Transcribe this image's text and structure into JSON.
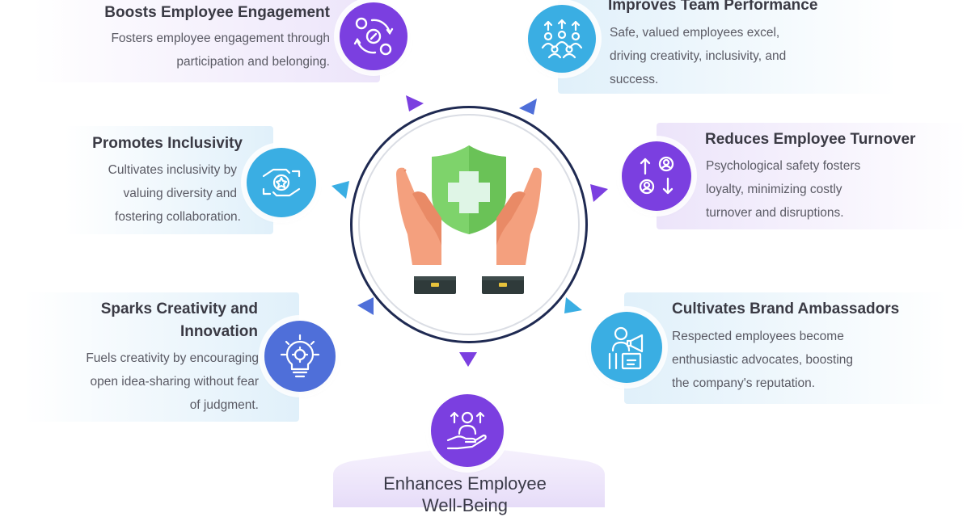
{
  "items": [
    {
      "title": "Boosts Employee Engagement",
      "lines": [
        "Fosters employee engagement through",
        "participation and belonging."
      ],
      "icon": "engagement-cycle-icon"
    },
    {
      "title": "Improves Team Performance",
      "lines": [
        "Safe, valued employees excel,",
        "driving creativity, inclusivity, and",
        "success."
      ],
      "icon": "team-growth-icon"
    },
    {
      "title": "Promotes Inclusivity",
      "lines": [
        "Cultivates inclusivity by",
        "valuing diversity and",
        "fostering collaboration."
      ],
      "icon": "handshake-diversity-icon"
    },
    {
      "title": "Reduces Employee Turnover",
      "lines": [
        "Psychological safety fosters",
        "loyalty, minimizing costly",
        "turnover and disruptions."
      ],
      "icon": "employee-exchange-icon"
    },
    {
      "title_lines": [
        "Sparks Creativity and",
        "Innovation"
      ],
      "lines": [
        "Fuels creativity by encouraging",
        "open idea-sharing without fear",
        "of judgment."
      ],
      "icon": "lightbulb-idea-icon"
    },
    {
      "title": "Cultivates Brand Ambassadors",
      "lines": [
        "Respected employees become",
        "enthusiastic advocates, boosting",
        "the company's reputation."
      ],
      "icon": "ambassador-megaphone-icon"
    },
    {
      "title_lines": [
        "Enhances Employee",
        "Well-Being"
      ],
      "icon": "wellbeing-care-icon"
    }
  ],
  "center_icon": "hands-shield-cross-icon",
  "colors": {
    "purple": "#7b3fe0",
    "blue": "#3aaee3",
    "indigo": "#4f6fd9",
    "shield_green": "#7ed36b",
    "hand_orange": "#f29a78",
    "ring_navy": "#1f2a52"
  }
}
